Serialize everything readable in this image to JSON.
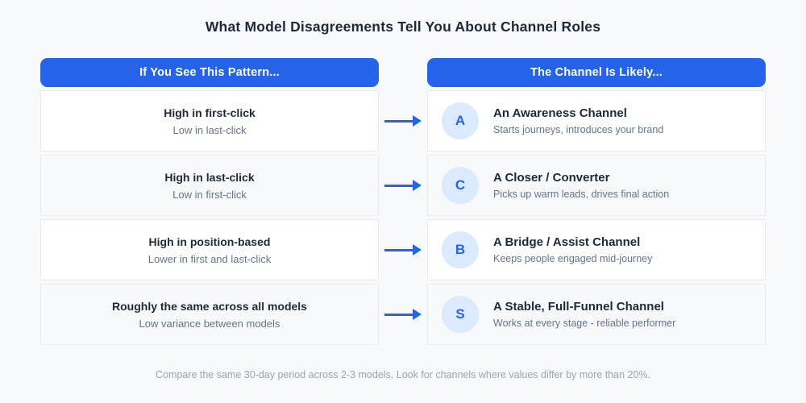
{
  "title": "What Model Disagreements Tell You About Channel Roles",
  "colors": {
    "accent_blue": "#2563EB",
    "badge_bg": "#DBEAFE",
    "heading_text": "#1E293B",
    "muted_text": "#64748B",
    "page_bg": "#F7F9FB",
    "alt_row_bg": "#F8F9FB",
    "footer_text": "#9AA4B2"
  },
  "columns": {
    "left_header": "If You See This Pattern...",
    "right_header": "The Channel Is Likely..."
  },
  "rows": [
    {
      "pattern_title": "High in first-click",
      "pattern_sub": "Low in last-click",
      "badge": "A",
      "channel_title": "An Awareness Channel",
      "channel_sub": "Starts journeys, introduces your brand"
    },
    {
      "pattern_title": "High in last-click",
      "pattern_sub": "Low in first-click",
      "badge": "C",
      "channel_title": "A Closer / Converter",
      "channel_sub": "Picks up warm leads, drives final action"
    },
    {
      "pattern_title": "High in position-based",
      "pattern_sub": "Lower in first and last-click",
      "badge": "B",
      "channel_title": "A Bridge / Assist Channel",
      "channel_sub": "Keeps people engaged mid-journey"
    },
    {
      "pattern_title": "Roughly the same across all models",
      "pattern_sub": "Low variance between models",
      "badge": "S",
      "channel_title": "A Stable, Full-Funnel Channel",
      "channel_sub": "Works at every stage - reliable performer"
    }
  ],
  "footer": "Compare the same 30-day period across 2-3 models. Look for channels where values differ by more than 20%."
}
